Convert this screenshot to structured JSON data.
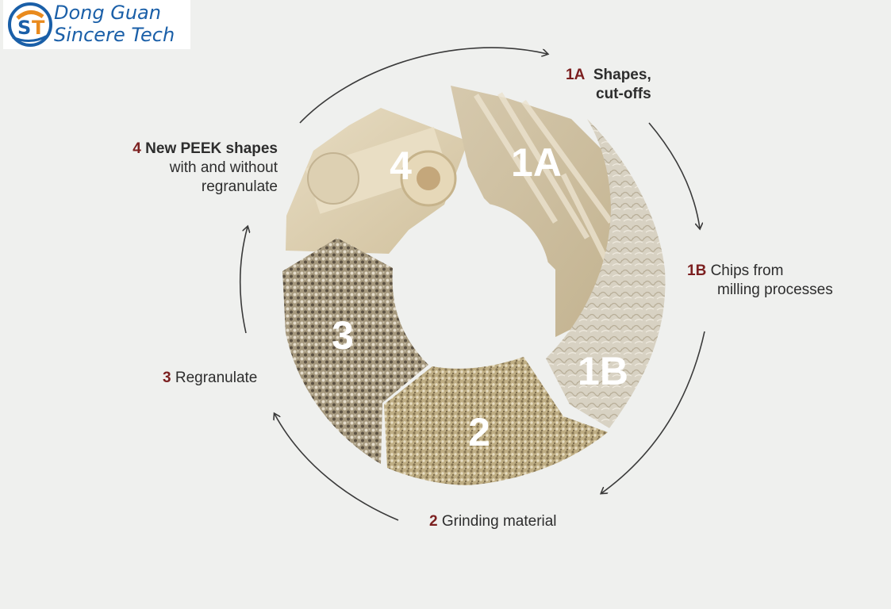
{
  "logo": {
    "line1": "Dong Guan",
    "line2": "Sincere Tech",
    "icon": "st-logo-icon"
  },
  "segments": [
    {
      "id": "1A",
      "number": "1A"
    },
    {
      "id": "1B",
      "number": "1B"
    },
    {
      "id": "2",
      "number": "2"
    },
    {
      "id": "3",
      "number": "3"
    },
    {
      "id": "4",
      "number": "4"
    }
  ],
  "labels": {
    "l1a": {
      "num": "1A",
      "line1": "Shapes,",
      "line2": "cut-offs"
    },
    "l1b": {
      "num": "1B",
      "line1": "Chips from",
      "line2": "milling processes"
    },
    "l2": {
      "num": "2",
      "text": "Grinding material"
    },
    "l3": {
      "num": "3",
      "text": "Regranulate"
    },
    "l4": {
      "num": "4",
      "line1": "New PEEK shapes",
      "line2": "with and without",
      "line3": "regranulate"
    }
  },
  "colors": {
    "number_accent": "#7c2020",
    "arrow": "#3a3a3a",
    "logo_blue": "#1a5fa8",
    "logo_orange": "#e98a1d"
  }
}
